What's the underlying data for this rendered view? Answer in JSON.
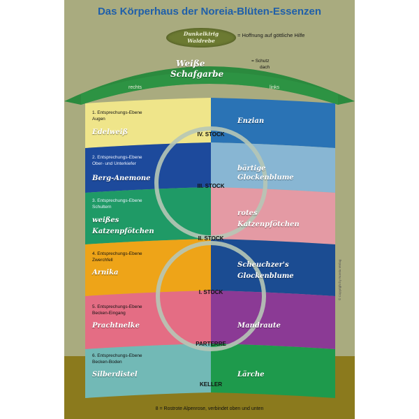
{
  "title": "Das Körperhaus der Noreia-Blüten-Essenzen",
  "hope_ellipse": {
    "line1": "Dunkelkirig",
    "line2": "Waldrebe"
  },
  "hope_text": "= Hoffnung auf göttliche Hilfe",
  "roof": {
    "name_line1": "Weiße",
    "name_line2": "Schafgarbe",
    "protection_line1": "= Schutz",
    "protection_line2": "dach",
    "left_side": "rechts",
    "right_side": "links"
  },
  "levels": [
    {
      "ebene": "1. Entsprechungs-Ebene",
      "body": "Augen",
      "left_flower": "Edelweiß",
      "right_flower": "Enzian",
      "left_color": "#efe58a",
      "right_color": "#2a73b5"
    },
    {
      "ebene": "2. Entsprechungs-Ebene",
      "body": "Ober- und Unterkiefer",
      "left_flower": "Berg-Anemone",
      "right_flower": "bärtige Glockenblume",
      "left_color": "#1d4a9c",
      "right_color": "#88b6d3"
    },
    {
      "ebene": "3. Entsprechungs-Ebene",
      "body": "Schultern",
      "left_flower": "weißes Katzenpfötchen",
      "right_flower": "rotes Katzenpfötchen",
      "left_color": "#1f9a66",
      "right_color": "#e49aa4"
    },
    {
      "ebene": "4. Entsprechungs-Ebene",
      "body": "Zwerchfell",
      "left_flower": "Arnika",
      "right_flower": "Scheuchzer's Glockenblume",
      "left_color": "#eea418",
      "right_color": "#1b4c92"
    },
    {
      "ebene": "5. Entsprechungs-Ebene",
      "body": "Becken-Eingang",
      "left_flower": "Prachtnelke",
      "right_flower": "Mandraute",
      "left_color": "#e46d84",
      "right_color": "#8b3a95"
    },
    {
      "ebene": "6. Entsprechungs-Ebene",
      "body": "Becken-Boden",
      "left_flower": "Silberdistel",
      "right_flower": "Lärche",
      "left_color": "#72b9b6",
      "right_color": "#1e9a4c"
    }
  ],
  "floors": [
    "IV. STOCK",
    "III. STOCK",
    "II. STOCK",
    "I. STOCK",
    "PARTERRE",
    "KELLER"
  ],
  "footer": "8 = Rostrote Alpenrose, verbindet oben und unten",
  "copyright": "© Copyright by Noreia Verlag",
  "colors": {
    "background": "#a9ab7f",
    "roof": "#2b8a3e",
    "cellar": "#8b7a1d",
    "ring": "#b6c7b6"
  }
}
